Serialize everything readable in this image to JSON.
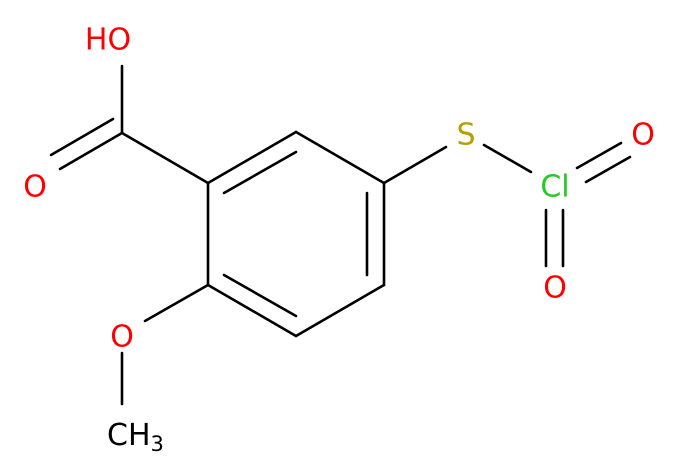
{
  "molecule": {
    "colors": {
      "bond": "#000000",
      "oxygen": "#ff0000",
      "sulfur": "#b5a000",
      "chlorine": "#22cc22",
      "carbon": "#000000"
    },
    "labels": {
      "hydroxyl": "HO",
      "carbonyl_oxygen": "O",
      "methoxy_oxygen": "O",
      "methyl_c": "CH",
      "methyl_sub": "3",
      "sulfur": "S",
      "chlorine": "Cl",
      "cl_oxygen_top": "O",
      "cl_oxygen_bottom": "O"
    }
  }
}
